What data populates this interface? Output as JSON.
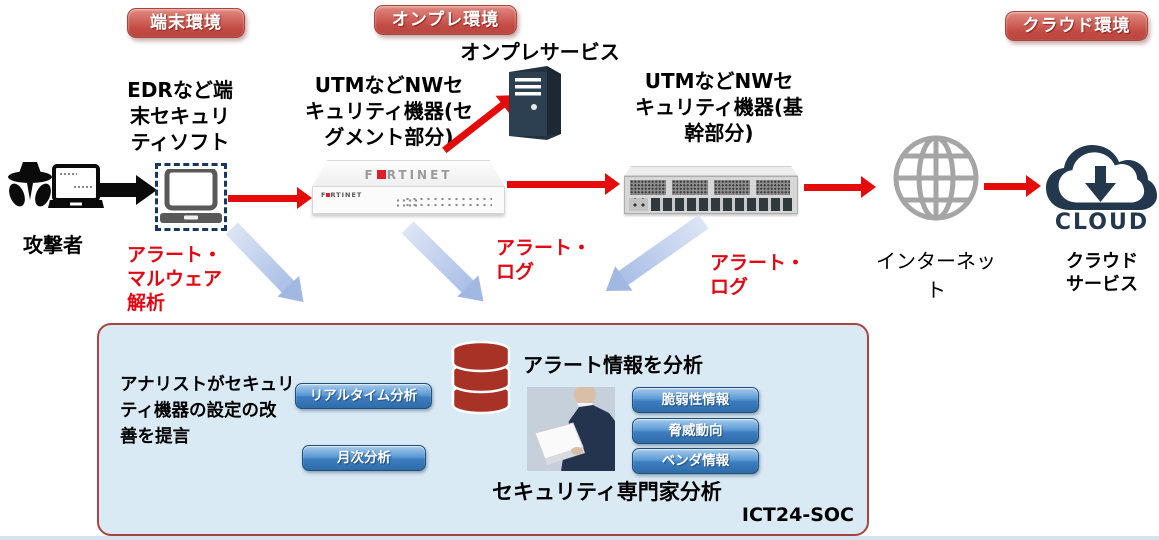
{
  "env_badges": [
    {
      "label": "端末環境"
    },
    {
      "label": "オンプレ環境"
    },
    {
      "label": "クラウド環境"
    }
  ],
  "brand": {
    "pre": "F",
    "post": "RTINET"
  },
  "nodes": {
    "attacker": {
      "label": "攻撃者"
    },
    "edr": {
      "lines": [
        "EDRなど端",
        "末セキュリ",
        "ティソフト"
      ]
    },
    "utm_segment": {
      "lines": [
        "UTMなどNWセ",
        "キュリティ機器(セ",
        "グメント部分)"
      ]
    },
    "onprem_service": {
      "label": "オンプレサービス"
    },
    "utm_core": {
      "lines": [
        "UTMなどNWセ",
        "キュリティ機器(基",
        "幹部分)"
      ]
    },
    "internet": {
      "label": "インターネット"
    },
    "cloud": {
      "icon_label": "CLOUD",
      "lines": [
        "クラウド",
        "サービス"
      ]
    }
  },
  "annotations": {
    "alert_malware": {
      "lines": [
        "アラート・",
        "マルウェア",
        "解析"
      ]
    },
    "alert_log1": {
      "lines": [
        "アラート・",
        "ログ"
      ]
    },
    "alert_log2": {
      "lines": [
        "アラート・",
        "ログ"
      ]
    }
  },
  "soc_panel": {
    "analyst_note": {
      "lines": [
        "アナリストがセキュリ",
        "ティ機器の設定の改",
        "善を提言"
      ]
    },
    "left_buttons": [
      {
        "label": "リアルタイム分析"
      },
      {
        "label": "月次分析"
      }
    ],
    "alert_analysis_title": "アラート情報を分析",
    "right_buttons": [
      {
        "label": "脆弱性情報"
      },
      {
        "label": "脅威動向"
      },
      {
        "label": "ベンダ情報"
      }
    ],
    "expert_caption": "セキュリティ専門家分析",
    "soc_label": "ICT24-SOC"
  },
  "colors": {
    "badge_red": "#C24B43",
    "arrow_red": "#E60B0B",
    "alert_text_red": "#E30613",
    "navy": "#23384D",
    "button_blue": "#2E6DA8",
    "soc_bg": "#DAEAF4",
    "soc_border": "#A94442",
    "db_red": "#A93226"
  }
}
